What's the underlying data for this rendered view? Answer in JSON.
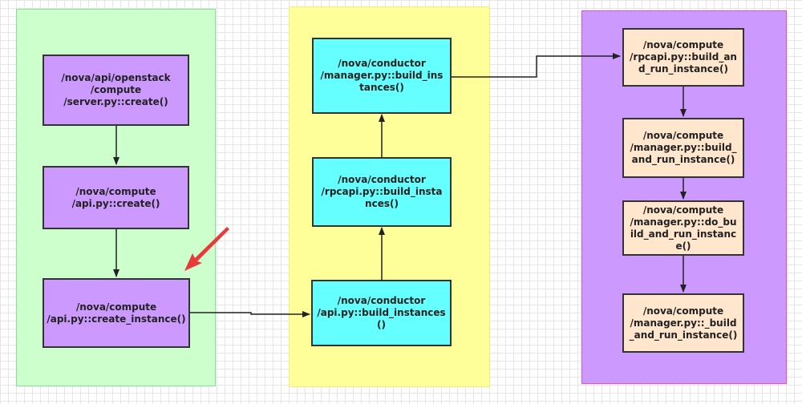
{
  "colors": {
    "lane_green": "#ccffcc",
    "lane_yellow": "#ffff99",
    "lane_purple": "#cc99ff",
    "node_api": "#cc99ff",
    "node_conductor": "#66ffff",
    "node_compute": "#ffe6cc",
    "pointer_arrow": "#e8393b"
  },
  "nodes": {
    "api_server_create": "/nova/api/openstack\n/compute\n/server.py::create()",
    "compute_api_create": "/nova/compute\n/api.py::create()",
    "compute_api_create_instance": "/nova/compute\n/api.py::create_instance()",
    "conductor_api_build_instances": "/nova/conductor\n/api.py::build_instances\n()",
    "conductor_rpcapi_build_instances": "/nova/conductor\n/rpcapi.py::build_insta\nnces()",
    "conductor_manager_build_instances": "/nova/conductor\n/manager.py::build_ins\ntances()",
    "compute_rpcapi_build_and_run": "/nova/compute\n/rpcapi.py::build_an\nd_run_instance()",
    "compute_manager_build_and_run": "/nova/compute\n/manager.py::build_\nand_run_instance()",
    "compute_manager_do_build_and_run": "/nova/compute\n/manager.py::do_bu\nild_and_run_instanc\ne()",
    "compute_manager_private_build_and_run": "/nova/compute\n/manager.py::_build\n_and_run_instance()"
  }
}
